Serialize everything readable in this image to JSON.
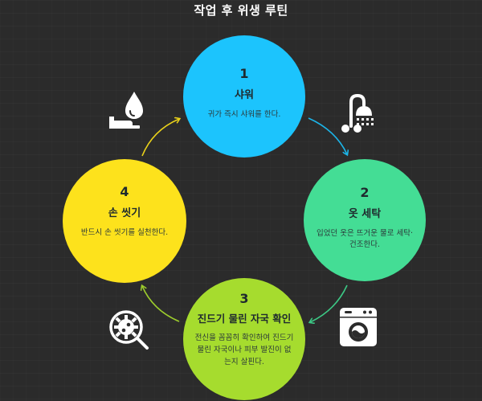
{
  "title": "작업 후 위생 루틴",
  "steps": [
    {
      "number": "1",
      "title": "샤워",
      "description": "귀가 즉시 샤워를 한다.",
      "color": "#1cc4fd",
      "icon": "shower-icon"
    },
    {
      "number": "2",
      "title": "옷 세탁",
      "description": "입었던 옷은 뜨거운 물로 세탁·건조한다.",
      "color": "#44dd95",
      "icon": "washing-machine-icon"
    },
    {
      "number": "3",
      "title": "진드기 물린 자국 확인",
      "description": "전신을 꼼꼼히 확인하여 진드기 물린 자국이나 피부 발진이 없는지 살핀다.",
      "color": "#a6dc2e",
      "icon": "magnifier-germ-icon"
    },
    {
      "number": "4",
      "title": "손 씻기",
      "description": "반드시 손 씻기를 실천한다.",
      "color": "#fde21c",
      "icon": "hand-water-drop-icon"
    }
  ],
  "arrows": [
    {
      "from": "1",
      "to": "2",
      "color": "#1cb4e8"
    },
    {
      "from": "2",
      "to": "3",
      "color": "#3cc885"
    },
    {
      "from": "3",
      "to": "4",
      "color": "#9ccc2c"
    },
    {
      "from": "4",
      "to": "1",
      "color": "#e9d11a"
    }
  ]
}
